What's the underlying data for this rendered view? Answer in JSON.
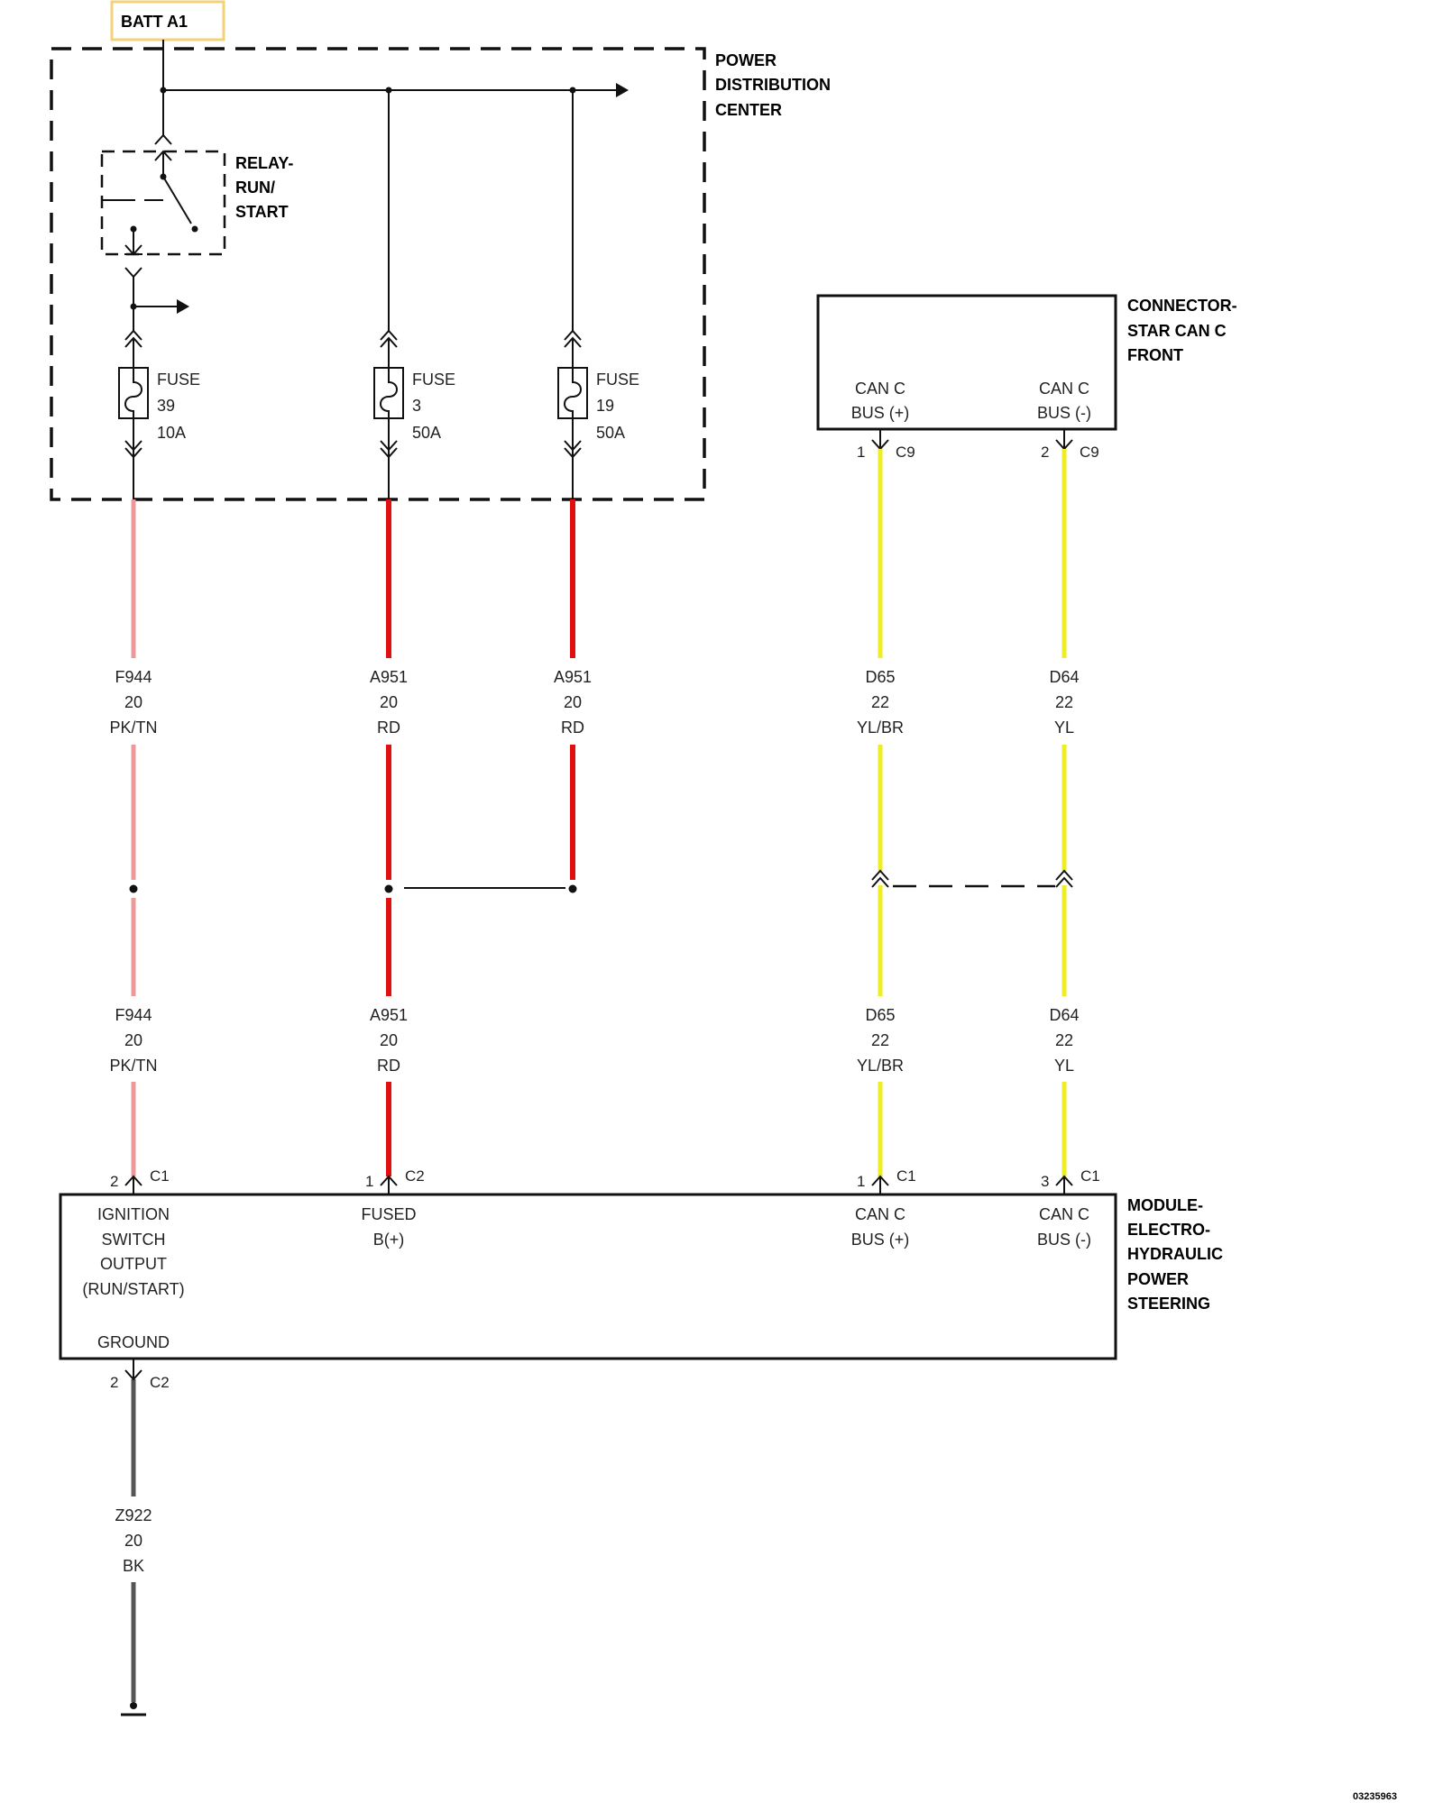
{
  "batt_label": "BATT A1",
  "pdc": {
    "line1": "POWER",
    "line2": "DISTRIBUTION",
    "line3": "CENTER"
  },
  "relay": {
    "line1": "RELAY-",
    "line2": "RUN/",
    "line3": "START"
  },
  "fuses": [
    {
      "label": "FUSE",
      "number": "39",
      "rating": "10A"
    },
    {
      "label": "FUSE",
      "number": "3",
      "rating": "50A"
    },
    {
      "label": "FUSE",
      "number": "19",
      "rating": "50A"
    }
  ],
  "star_connector": {
    "name_line1": "CONNECTOR-",
    "name_line2": "STAR CAN C",
    "name_line3": "FRONT",
    "pin_plus_line1": "CAN C",
    "pin_plus_line2": "BUS (+)",
    "pin_minus_line1": "CAN C",
    "pin_minus_line2": "BUS (-)",
    "c9_plus_num": "1",
    "c9_plus_conn": "C9",
    "c9_minus_num": "2",
    "c9_minus_conn": "C9"
  },
  "wires_upper": [
    {
      "circuit": "F944",
      "gauge": "20",
      "color_code": "PK/TN"
    },
    {
      "circuit": "A951",
      "gauge": "20",
      "color_code": "RD"
    },
    {
      "circuit": "A951",
      "gauge": "20",
      "color_code": "RD"
    },
    {
      "circuit": "D65",
      "gauge": "22",
      "color_code": "YL/BR"
    },
    {
      "circuit": "D64",
      "gauge": "22",
      "color_code": "YL"
    }
  ],
  "wires_lower": [
    {
      "circuit": "F944",
      "gauge": "20",
      "color_code": "PK/TN"
    },
    {
      "circuit": "A951",
      "gauge": "20",
      "color_code": "RD"
    },
    {
      "circuit": "D65",
      "gauge": "22",
      "color_code": "YL/BR"
    },
    {
      "circuit": "D64",
      "gauge": "22",
      "color_code": "YL"
    }
  ],
  "module_pins": [
    {
      "num": "2",
      "conn": "C1"
    },
    {
      "num": "1",
      "conn": "C2"
    },
    {
      "num": "1",
      "conn": "C1"
    },
    {
      "num": "3",
      "conn": "C1"
    }
  ],
  "module": {
    "name_line1": "MODULE-",
    "name_line2": "ELECTRO-",
    "name_line3": "HYDRAULIC",
    "name_line4": "POWER",
    "name_line5": "STEERING",
    "ign_line1": "IGNITION",
    "ign_line2": "SWITCH",
    "ign_line3": "OUTPUT",
    "ign_line4": "(RUN/START)",
    "fused_line1": "FUSED",
    "fused_line2": "B(+)",
    "canp_line1": "CAN C",
    "canp_line2": "BUS (+)",
    "canm_line1": "CAN C",
    "canm_line2": "BUS (-)",
    "ground": "GROUND"
  },
  "ground_pin": {
    "num": "2",
    "conn": "C2"
  },
  "ground_wire": {
    "circuit": "Z922",
    "gauge": "20",
    "color_code": "BK"
  },
  "doc_id": "03235963",
  "colors": {
    "pink_tan": "#EE9999",
    "red": "#E01010",
    "yellow": "#EEEE22",
    "black_wire": "#555555",
    "batt_border": "#F3D27A"
  }
}
